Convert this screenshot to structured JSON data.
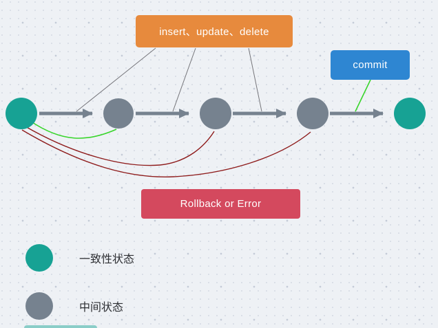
{
  "diagram": {
    "labels": {
      "operations": "insert、update、delete",
      "commit": "commit",
      "rollback": "Rollback or Error"
    },
    "nodes": [
      {
        "id": "start",
        "type": "consistent-state"
      },
      {
        "id": "intermediate-1",
        "type": "intermediate-state"
      },
      {
        "id": "intermediate-2",
        "type": "intermediate-state"
      },
      {
        "id": "intermediate-3",
        "type": "intermediate-state"
      },
      {
        "id": "end",
        "type": "consistent-state"
      }
    ],
    "colors": {
      "canvas_background": "#eef1f5",
      "consistent_state": "#17a294",
      "intermediate_state": "#76828f",
      "operations_box": "#e78a3d",
      "commit_box": "#2e86d2",
      "rollback_box": "#d4495e",
      "arrow": "#76828f",
      "commit_connector": "#37d52a",
      "rollback_connector": "#8e1b1b",
      "thin_connector": "#75757a"
    }
  },
  "legend": {
    "items": [
      {
        "label": "一致性状态",
        "color": "#17a294"
      },
      {
        "label": "中间状态",
        "color": "#76828f"
      }
    ]
  }
}
